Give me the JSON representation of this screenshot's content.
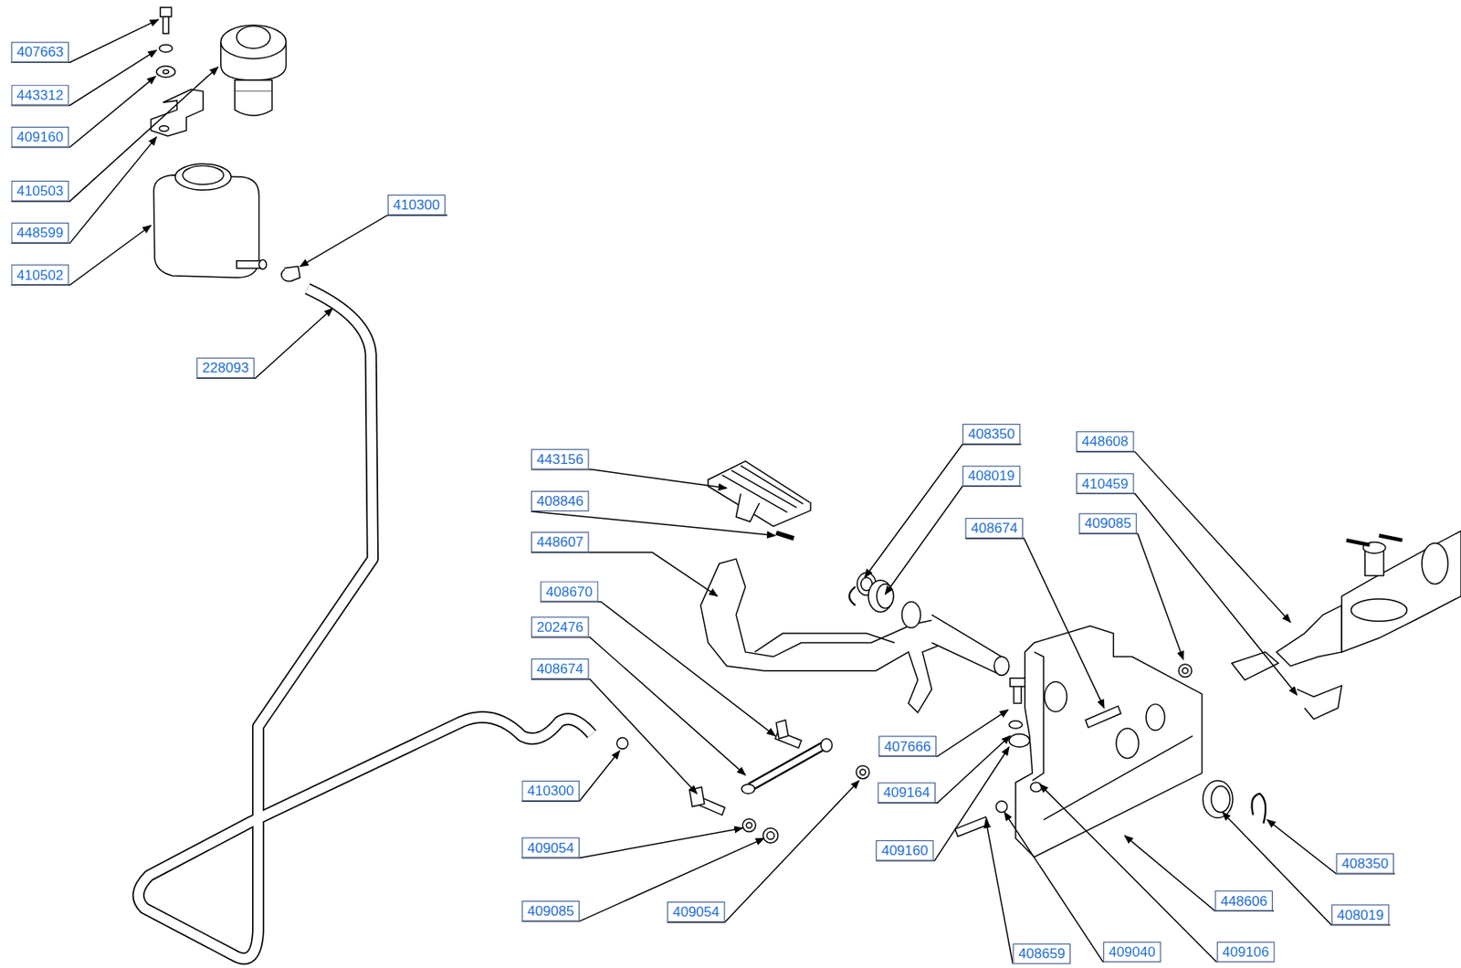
{
  "diagram": {
    "labels": [
      "407663",
      "443312",
      "409160",
      "410503",
      "448599",
      "410502",
      "410300",
      "228093",
      "443156",
      "408350",
      "448608",
      "408019",
      "410459",
      "408846",
      "409085",
      "408674",
      "448607",
      "408670",
      "202476",
      "408674",
      "407666",
      "409164",
      "410300",
      "409054",
      "409160",
      "408350",
      "409085",
      "409054",
      "408019",
      "448606",
      "408659",
      "409040",
      "409106"
    ]
  }
}
